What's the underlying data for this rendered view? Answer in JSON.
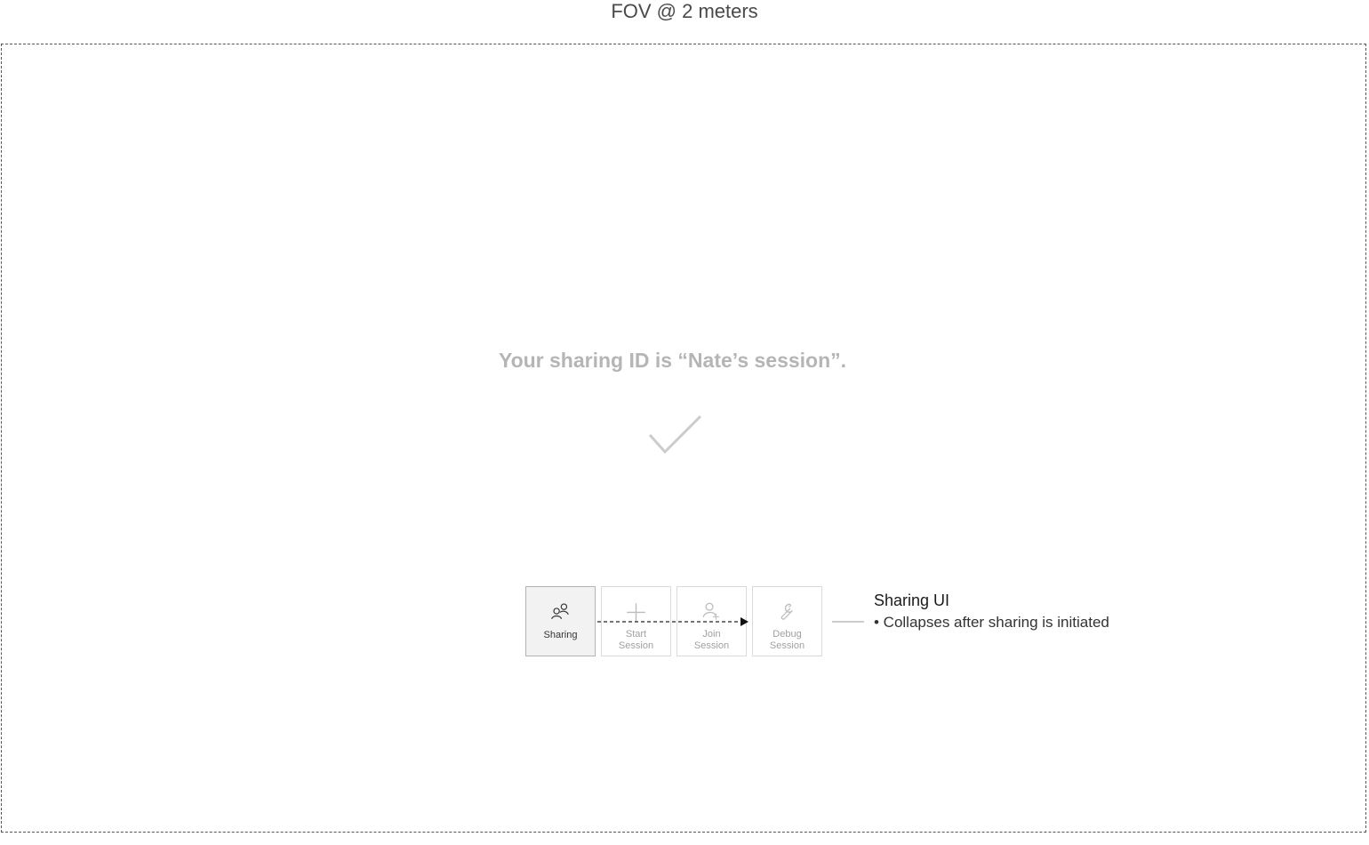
{
  "fov_title": "FOV @ 2 meters",
  "sharing_message": "Your sharing ID is “Nate’s session”.",
  "tiles": [
    {
      "label_line1": "Sharing",
      "label_line2": "",
      "icon": "people-icon",
      "active": true
    },
    {
      "label_line1": "Start",
      "label_line2": "Session",
      "icon": "plus-icon",
      "active": false
    },
    {
      "label_line1": "Join",
      "label_line2": "Session",
      "icon": "add-person-icon",
      "active": false
    },
    {
      "label_line1": "Debug",
      "label_line2": "Session",
      "icon": "wrench-icon",
      "active": false
    }
  ],
  "callout": {
    "title": "Sharing UI",
    "bullet": "• Collapses after sharing is initiated"
  },
  "colors": {
    "frame_border": "#555555",
    "message_text": "#b5b5b5",
    "active_tile_bg": "#f2f2f2",
    "inactive_label": "#a0a0a0"
  }
}
